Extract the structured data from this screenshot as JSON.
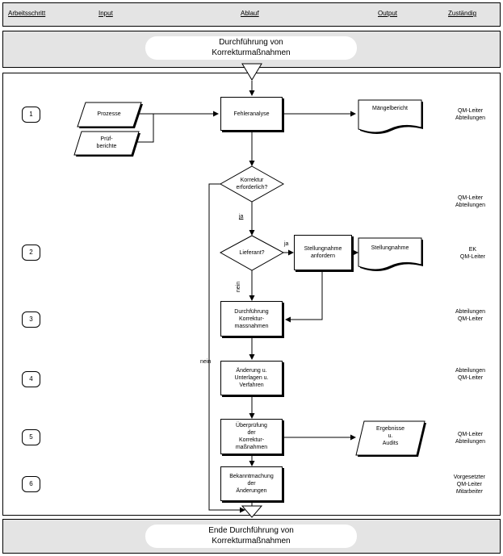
{
  "header": {
    "arbeitsschritt": "Arbeitsschritt",
    "input": "Input",
    "ablauf": "Ablauf",
    "output": "Output",
    "zustaendig": "Zuständig"
  },
  "start_title": [
    "Durchführung von",
    "Korrekturmaßnahmen"
  ],
  "end_title": [
    "Ende Durchführung von",
    "Korrekturmaßnahmen"
  ],
  "steps": [
    "1",
    "2",
    "3",
    "4",
    "5",
    "6"
  ],
  "inputs": {
    "prozesse": "Prozesse",
    "pruefberichte": [
      "Prüf-",
      "berichte"
    ]
  },
  "process": {
    "fehleranalyse": "Fehleranalyse",
    "korrektur_q": [
      "Korrektur",
      "erforderlich?"
    ],
    "lieferant_q": "Lieferant?",
    "stellungnahme": [
      "Stellungnahme",
      "anfordern"
    ],
    "durchfuehrung": [
      "Durchführung",
      "Korrektur-",
      "massnahmen"
    ],
    "aenderung": [
      "Änderung u.",
      "Unterlagen u.",
      "Verfahren"
    ],
    "ueberpruefung": [
      "Überprüfung",
      "der",
      "Korrektur-",
      "maßnahmen"
    ],
    "bekanntmachung": [
      "Bekanntmachung",
      "der",
      "Änderungen"
    ]
  },
  "outputs": {
    "maengelbericht": "Mängelbericht",
    "stellungnahme": "Stellungnahme",
    "ergebnisse": [
      "Ergebnisse",
      "u.",
      "Audits"
    ]
  },
  "edge_labels": {
    "ja1": "ja",
    "ja2": "ja",
    "nein1": "nein",
    "nein2": "nein"
  },
  "responsibles": {
    "r1": [
      "QM-Leiter",
      "Abteilungen"
    ],
    "r_decision": [
      "QM-Leiter",
      "Abteilungen"
    ],
    "r2": [
      "EK",
      "QM-Leiter"
    ],
    "r3": [
      "Abteilungen",
      "QM-Leiter"
    ],
    "r4": [
      "Abteilungen",
      "QM-Leiter"
    ],
    "r5": [
      "QM-Leiter",
      "Abteilungen"
    ],
    "r6": [
      "Vorgesetzter",
      "QM-Leiter",
      "Mitarbeiter"
    ]
  }
}
